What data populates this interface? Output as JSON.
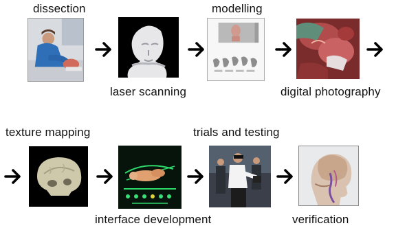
{
  "steps": [
    {
      "label": "dissection",
      "image": "dissection-photo"
    },
    {
      "label": "laser scanning",
      "image": "laser-scan-head"
    },
    {
      "label": "modelling",
      "image": "modelling-screen"
    },
    {
      "label": "digital photography",
      "image": "surgical-photo"
    },
    {
      "label": "texture mapping",
      "image": "textured-skull"
    },
    {
      "label": "interface development",
      "image": "interface-screen"
    },
    {
      "label": "trials and testing",
      "image": "user-trial-photo"
    },
    {
      "label": "verification",
      "image": "anatomy-head"
    }
  ],
  "arrow_icon": "right-arrow-icon",
  "colors": {
    "text": "#111111",
    "arrow": "#000000",
    "tile_border": "#888888"
  }
}
